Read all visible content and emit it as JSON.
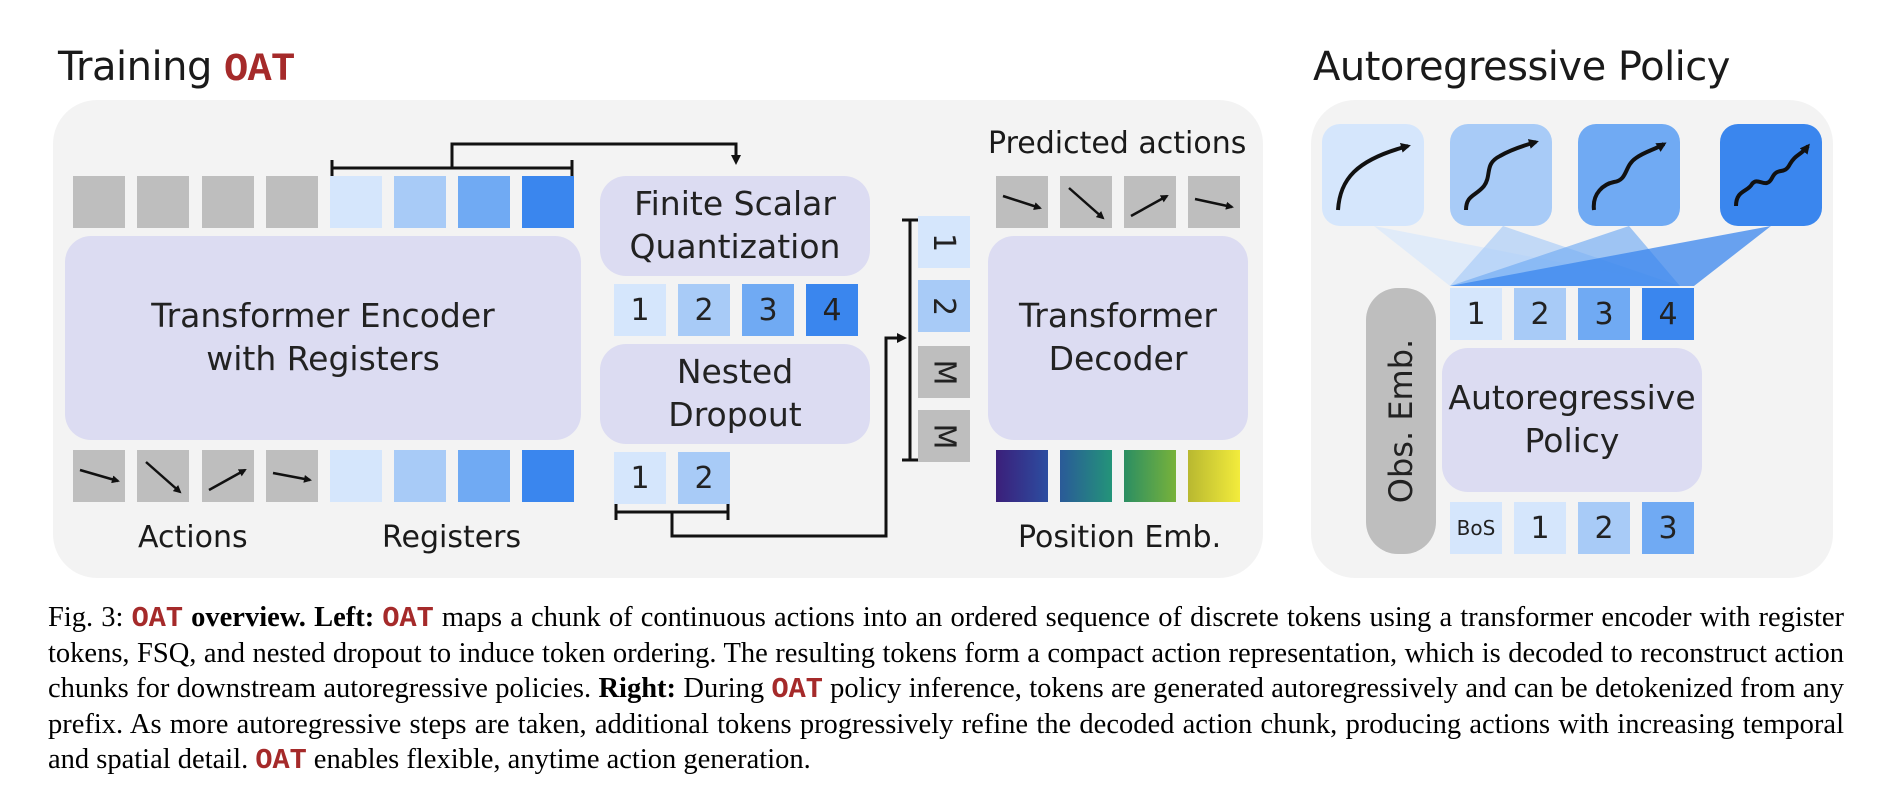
{
  "left_panel": {
    "title_prefix": "Training",
    "title_oat": "OAT",
    "encoder_label_line1": "Transformer Encoder",
    "encoder_label_line2": "with Registers",
    "fsq_label_line1": "Finite Scalar",
    "fsq_label_line2": "Quantization",
    "fsq_tokens": [
      "1",
      "2",
      "3",
      "4"
    ],
    "dropout_label_line1": "Nested",
    "dropout_label_line2": "Dropout",
    "dropout_tokens": [
      "1",
      "2"
    ],
    "sequence_tokens": [
      "1",
      "2",
      "M",
      "M"
    ],
    "decoder_label_line1": "Transformer",
    "decoder_label_line2": "Decoder",
    "predicted_actions_label": "Predicted actions",
    "position_emb_label": "Position Emb.",
    "actions_label": "Actions",
    "registers_label": "Registers"
  },
  "right_panel": {
    "title": "Autoregressive Policy",
    "obs_emb_label": "Obs. Emb.",
    "policy_label_line1": "Autoregressive",
    "policy_label_line2": "Policy",
    "output_tokens": [
      "1",
      "2",
      "3",
      "4"
    ],
    "input_tokens": [
      "BoS",
      "1",
      "2",
      "3"
    ]
  },
  "caption": {
    "fig": "Fig. 3:",
    "oat": "OAT",
    "overview": "overview.",
    "left": "Left:",
    "text1": "maps a chunk of continuous actions into an ordered sequence of discrete tokens using a transformer encoder with register tokens, FSQ, and nested dropout to induce token ordering. The resulting tokens form a compact action representation, which is decoded to reconstruct action chunks for downstream autoregressive policies.",
    "right": "Right:",
    "during": "During",
    "text2": "policy inference, tokens are generated autoregressively and can be detokenized from any prefix. As more autoregressive steps are taken, additional tokens progressively refine the decoded action chunk, producing actions with increasing temporal and spatial detail.",
    "text3": "enables flexible, anytime action generation."
  },
  "colors": {
    "token_light": "#d5e6fc",
    "token_mid_light": "#a8cbf7",
    "token_mid": "#70aaf3",
    "token_dark": "#3a86ee",
    "module": "#dcdcf2",
    "oat_red": "#a52a2a"
  }
}
